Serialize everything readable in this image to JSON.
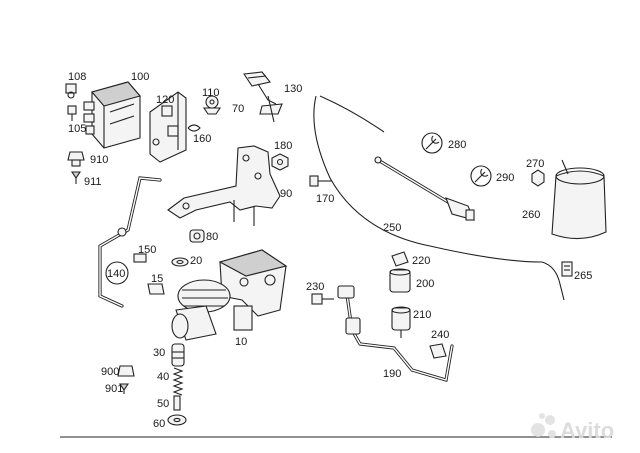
{
  "labels": {
    "p108": "108",
    "p100": "100",
    "p105": "105",
    "p910": "910",
    "p911": "911",
    "p120": "120",
    "p110": "110",
    "p160": "160",
    "p70": "70",
    "p130": "130",
    "p180": "180",
    "p90": "90",
    "p170": "170",
    "p80": "80",
    "p150": "150",
    "p140": "140",
    "p20": "20",
    "p15": "15",
    "p10": "10",
    "p30": "30",
    "p40": "40",
    "p900": "900",
    "p901": "901",
    "p50": "50",
    "p60": "60",
    "p280": "280",
    "p290": "290",
    "p270": "270",
    "p260": "260",
    "p250": "250",
    "p265": "265",
    "p220": "220",
    "p230": "230",
    "p200": "200",
    "p210": "210",
    "p240": "240",
    "p190": "190"
  },
  "watermark": "Avito",
  "icons": {
    "wrench": "wrench-icon",
    "watermark_logo": "avito-logo-icon"
  }
}
